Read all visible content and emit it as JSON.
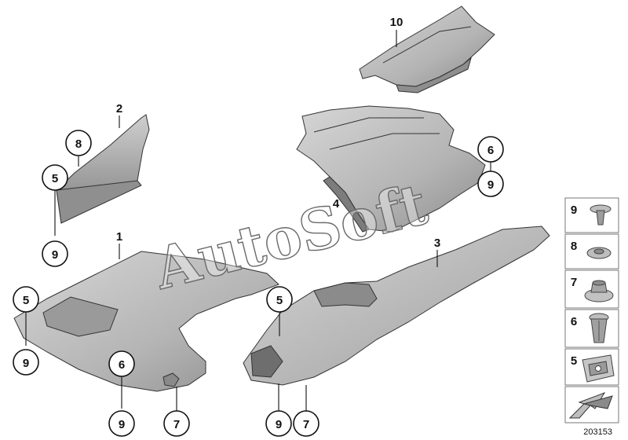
{
  "callouts": {
    "c1": "1",
    "c2": "2",
    "c3": "3",
    "c4": "4",
    "c5a": "5",
    "c5b": "5",
    "c5c": "5",
    "c6a": "6",
    "c6b": "6",
    "c7a": "7",
    "c7b": "7",
    "c8": "8",
    "c9a": "9",
    "c9b": "9",
    "c9c": "9",
    "c9d": "9",
    "c10": "10"
  },
  "legend": {
    "items": [
      "9",
      "8",
      "7",
      "6",
      "5"
    ]
  },
  "watermark": "AutoSoft",
  "reference_number": "203153",
  "colors": {
    "part_light": "#c9c9c9",
    "part_mid": "#a9a9a9",
    "part_dark": "#6f6f6f",
    "outline": "#333333"
  }
}
